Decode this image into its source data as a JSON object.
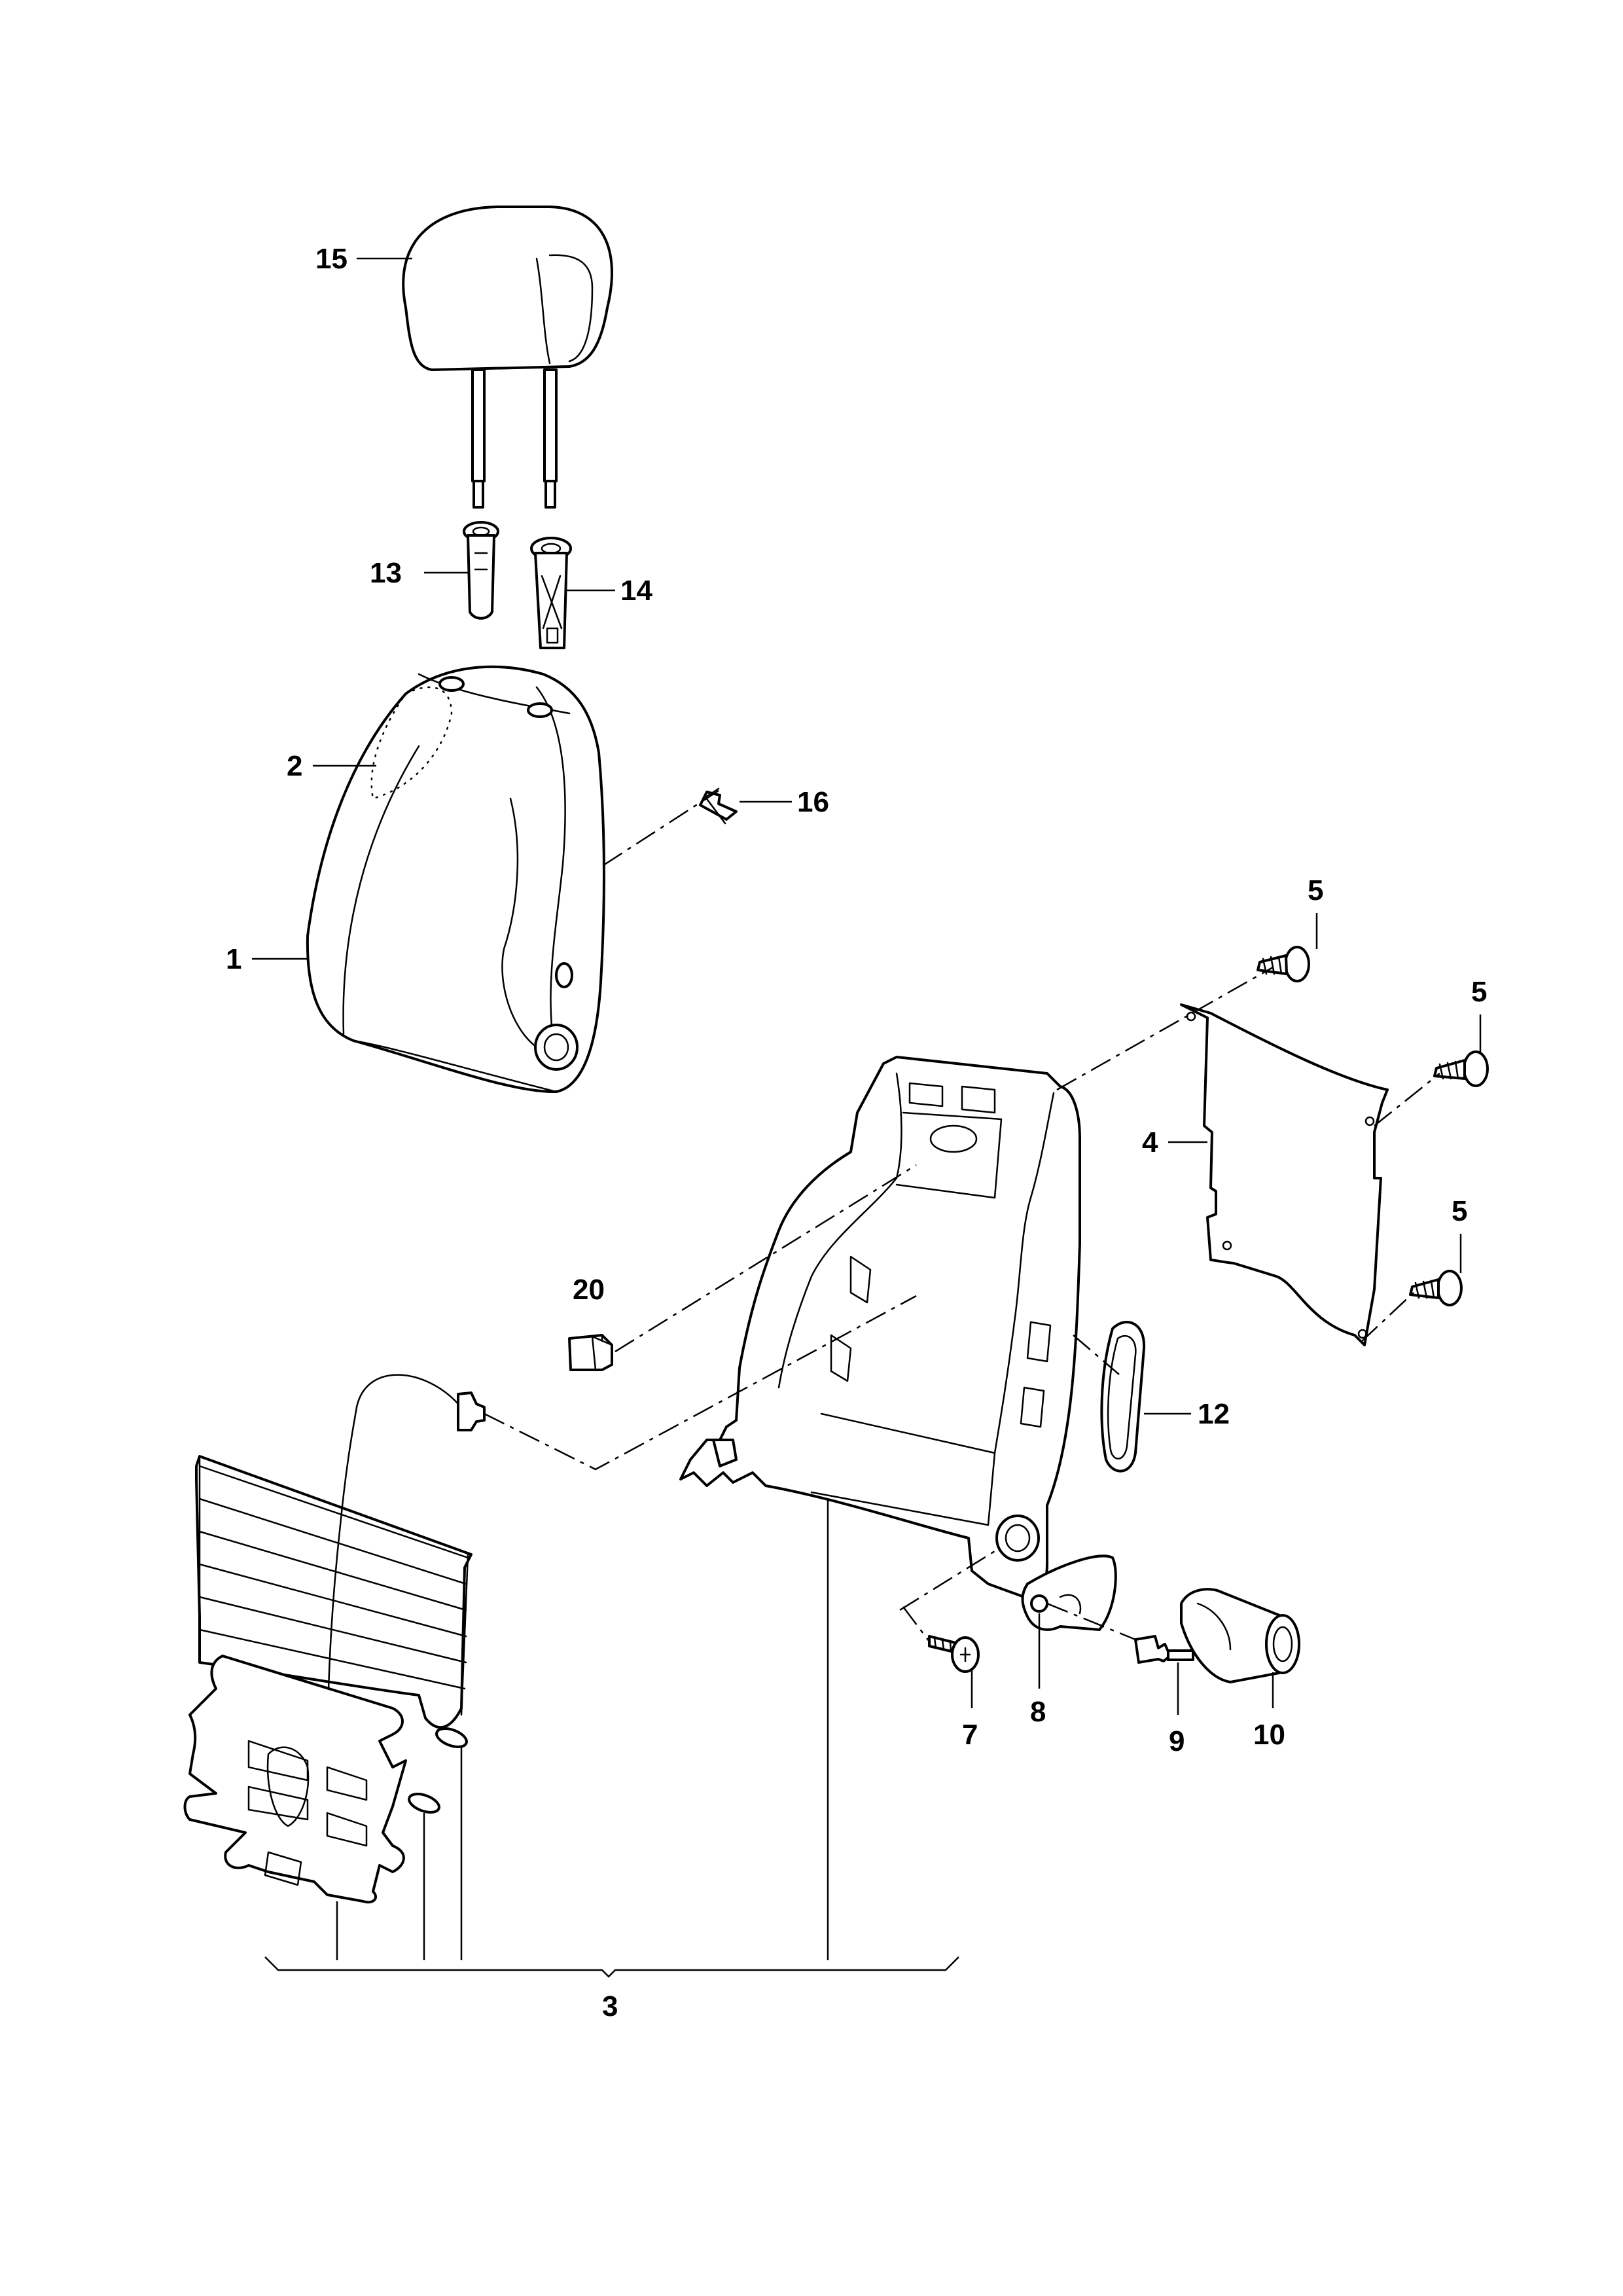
{
  "callouts": {
    "c1": "1",
    "c2": "2",
    "c3": "3",
    "c4": "4",
    "c5a": "5",
    "c5b": "5",
    "c5c": "5",
    "c7": "7",
    "c8": "8",
    "c9": "9",
    "c10": "10",
    "c12": "12",
    "c13": "13",
    "c14": "14",
    "c15": "15",
    "c16": "16",
    "c20": "20"
  }
}
